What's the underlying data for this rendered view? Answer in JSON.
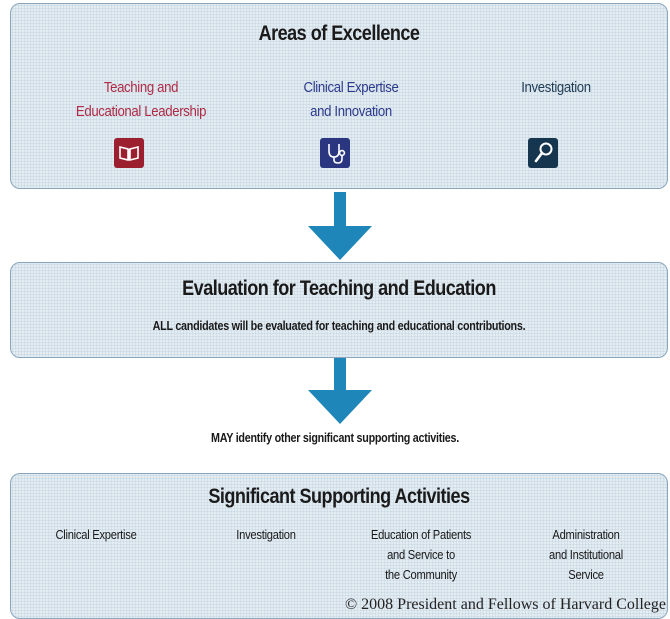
{
  "areas_panel": {
    "title": "Areas of Excellence",
    "areas": [
      {
        "lines": [
          "Teaching and",
          "Educational Leadership"
        ],
        "icon": "book-icon",
        "color": "#b02a45"
      },
      {
        "lines": [
          "Clinical Expertise",
          "and Innovation"
        ],
        "icon": "stethoscope-icon",
        "color": "#2c3a8c"
      },
      {
        "lines": [
          "Investigation"
        ],
        "icon": "magnifier-icon",
        "color": "#1f3c55"
      }
    ]
  },
  "evaluation_panel": {
    "title": "Evaluation for Teaching and Education",
    "note": "ALL candidates will be evaluated for teaching and educational contributions."
  },
  "may_note": "MAY  identify other significant supporting activities.",
  "supporting_panel": {
    "title": "Significant Supporting Activities",
    "activities": [
      {
        "lines": [
          "Clinical Expertise"
        ]
      },
      {
        "lines": [
          "Investigation"
        ]
      },
      {
        "lines": [
          "Education of Patients",
          "and Service to",
          "the Community"
        ]
      },
      {
        "lines": [
          "Administration",
          "and Institutional",
          "Service"
        ]
      }
    ]
  },
  "copyright": "© 2008 President and Fellows of Harvard College",
  "colors": {
    "arrow": "#1e86b8",
    "panel_border": "#8aa6bd",
    "panel_fill": "#e3ecf3"
  }
}
